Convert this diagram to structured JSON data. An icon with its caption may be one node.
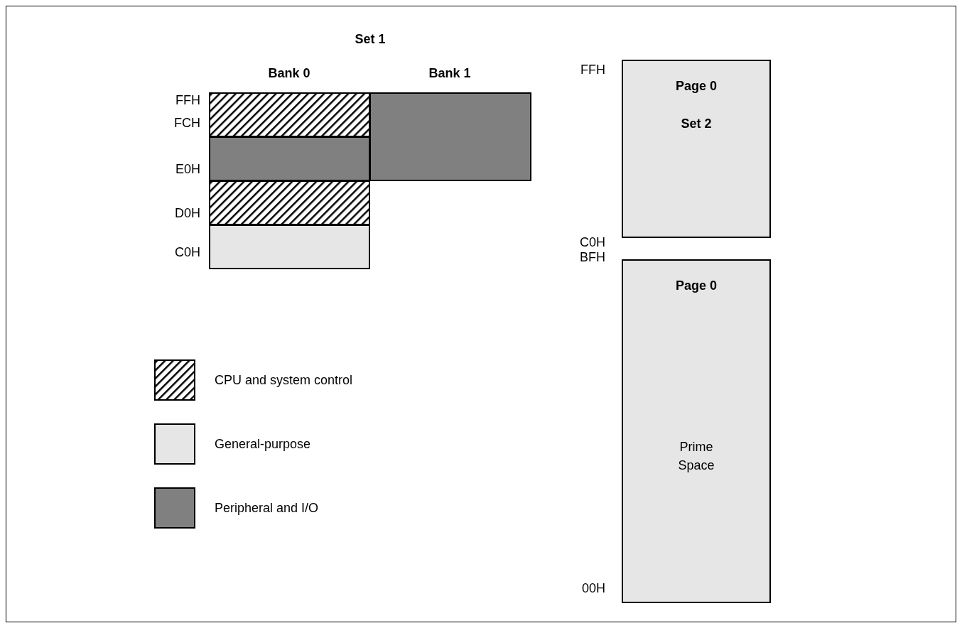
{
  "diagram": {
    "nodes": [
      {
        "text": [],
        "shape": "box"
      },
      {
        "text": [],
        "shape": "box"
      },
      {
        "text": [],
        "shape": "box"
      },
      {
        "text": [],
        "shape": "box"
      },
      {
        "text": [],
        "shape": "box"
      },
      {
        "text": [
          "Page 0",
          "Set 2"
        ]
      },
      {
        "text": [
          "Page 0",
          "Prime Space"
        ]
      }
    ],
    "edges": [],
    "labels": [
      "Set 1",
      "Bank 0",
      "Bank 1",
      "FFH",
      "FCH",
      "E0H",
      "D0H",
      "C0H",
      "FFH",
      "C0H",
      "BFH",
      "00H"
    ],
    "legend": [
      {
        "text": "CPU and system control"
      },
      {
        "text": "General-purpose",
        "color": "#e6e6e6"
      },
      {
        "text": "Peripheral and I/O",
        "color": "#808080"
      }
    ]
  }
}
